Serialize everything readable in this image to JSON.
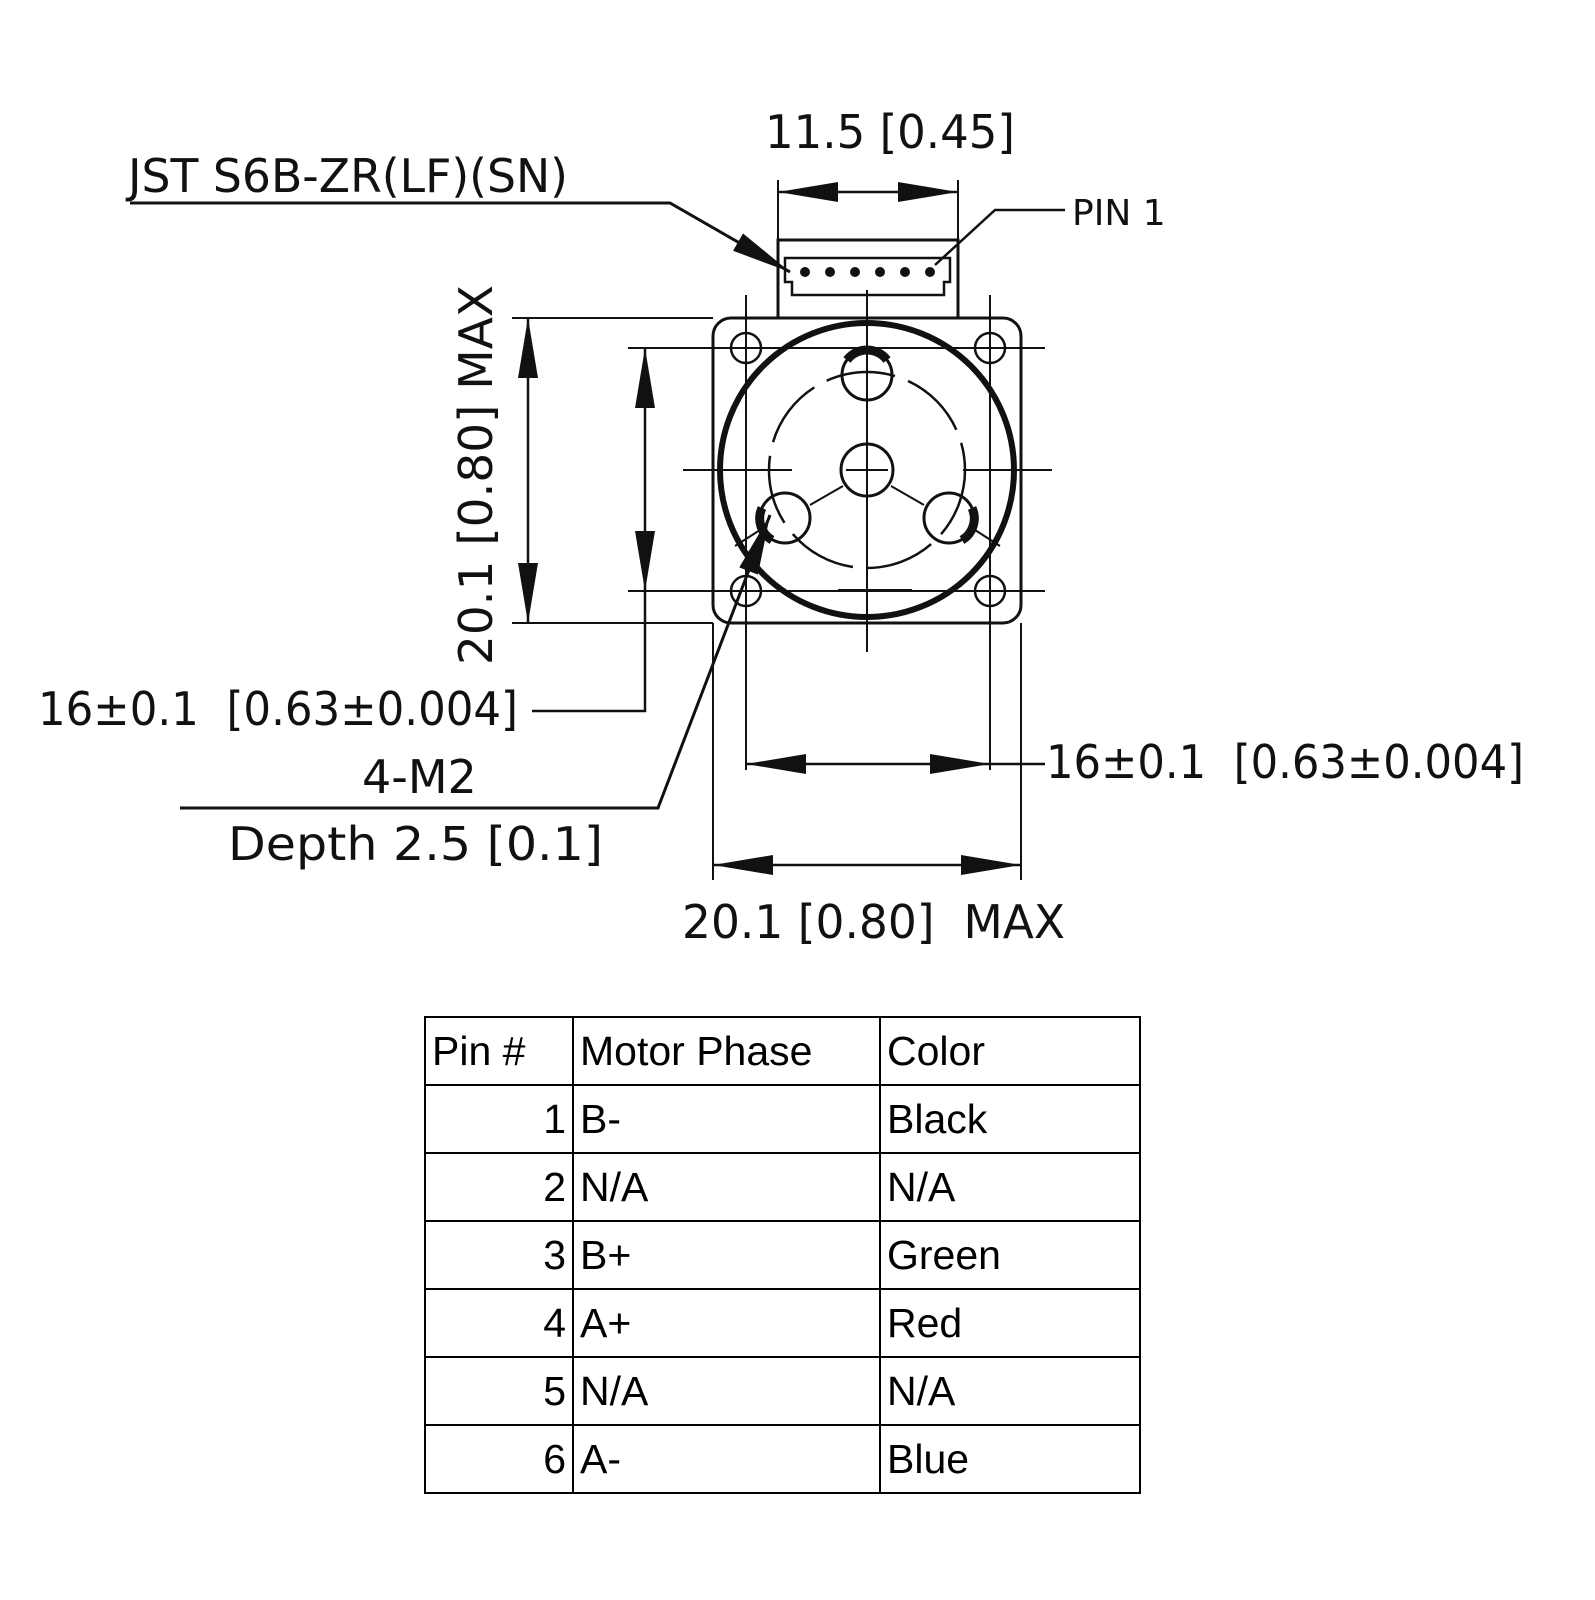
{
  "drawing": {
    "connector_label": "JST S6B-ZR(LF)(SN)",
    "connector_width_dim": "11.5 [0.45]",
    "pin1_label": "PIN 1",
    "height_max_dim": "20.1 [0.80] MAX",
    "hole_spacing_vertical_dim": "16±0.1  [0.63±0.004]",
    "thread_callout": "4-M2",
    "thread_depth": "Depth 2.5 [0.1]",
    "hole_spacing_horizontal_dim": "16±0.1  [0.63±0.004]",
    "width_max_dim": "20.1 [0.80]  MAX",
    "connector_pin_count": 6,
    "line_color": "#111111"
  },
  "pinout_table": {
    "headers": [
      "Pin #",
      "Motor Phase",
      "Color"
    ],
    "rows": [
      {
        "pin": "1",
        "phase": "B-",
        "color": "Black"
      },
      {
        "pin": "2",
        "phase": "N/A",
        "color": "N/A"
      },
      {
        "pin": "3",
        "phase": "B+",
        "color": "Green"
      },
      {
        "pin": "4",
        "phase": "A+",
        "color": "Red"
      },
      {
        "pin": "5",
        "phase": "N/A",
        "color": "N/A"
      },
      {
        "pin": "6",
        "phase": "A-",
        "color": "Blue"
      }
    ]
  }
}
